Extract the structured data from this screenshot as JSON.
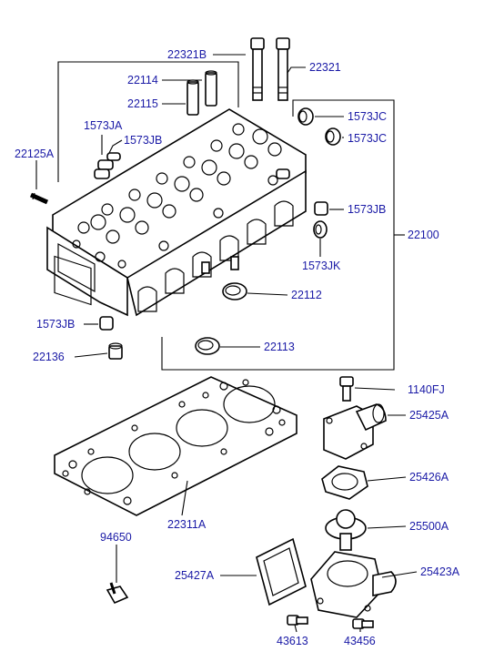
{
  "title": "",
  "parts": {
    "p22321B": "22321B",
    "p22321": "22321",
    "p22114": "22114",
    "p22115": "22115",
    "p1573JA": "1573JA",
    "p1573JB_top": "1573JB",
    "p22125A": "22125A",
    "p1573JC_1": "1573JC",
    "p1573JC_2": "1573JC",
    "p1573JB_right": "1573JB",
    "p22100": "22100",
    "p1573JK": "1573JK",
    "p22112": "22112",
    "p1573JB_left": "1573JB",
    "p22113": "22113",
    "p22136": "22136",
    "p1140FJ": "1140FJ",
    "p25425A": "25425A",
    "p25426A": "25426A",
    "p22311A": "22311A",
    "p25500A": "25500A",
    "p94650": "94650",
    "p25427A": "25427A",
    "p25423A": "25423A",
    "p43613": "43613",
    "p43456": "43456"
  }
}
